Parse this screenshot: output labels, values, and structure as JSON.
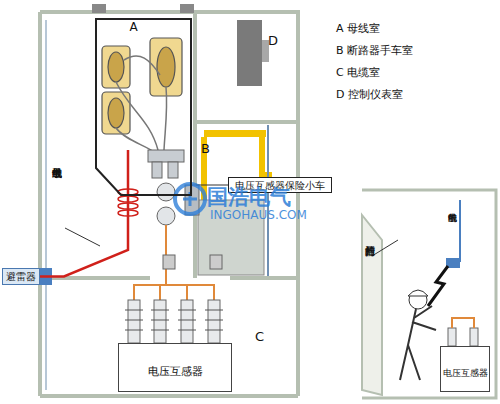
{
  "diagram": {
    "nodes": [
      {
        "text": [
          "A"
        ]
      },
      {
        "text": [
          "D"
        ]
      },
      {
        "text": [
          "B"
        ]
      },
      {
        "text": [
          "避雷器"
        ]
      },
      {
        "text": [
          "C"
        ]
      },
      {
        "text": [
          "电压互感器"
        ],
        "in": 4
      },
      {
        "text": [
          "电压互感器保险小车"
        ]
      },
      {
        "text": [
          "电压互感器"
        ]
      }
    ],
    "edges": [
      {
        "from": 0,
        "to": 3,
        "arrow": "none"
      }
    ],
    "labels": [
      "A 母线室",
      "B 断路器手车室",
      "C 电缆室",
      "D 控制仪表室",
      "带电的母线引线",
      "打开的后柜门",
      "带电的引线",
      "国浩电气",
      "INGOHAUS.COM"
    ]
  }
}
